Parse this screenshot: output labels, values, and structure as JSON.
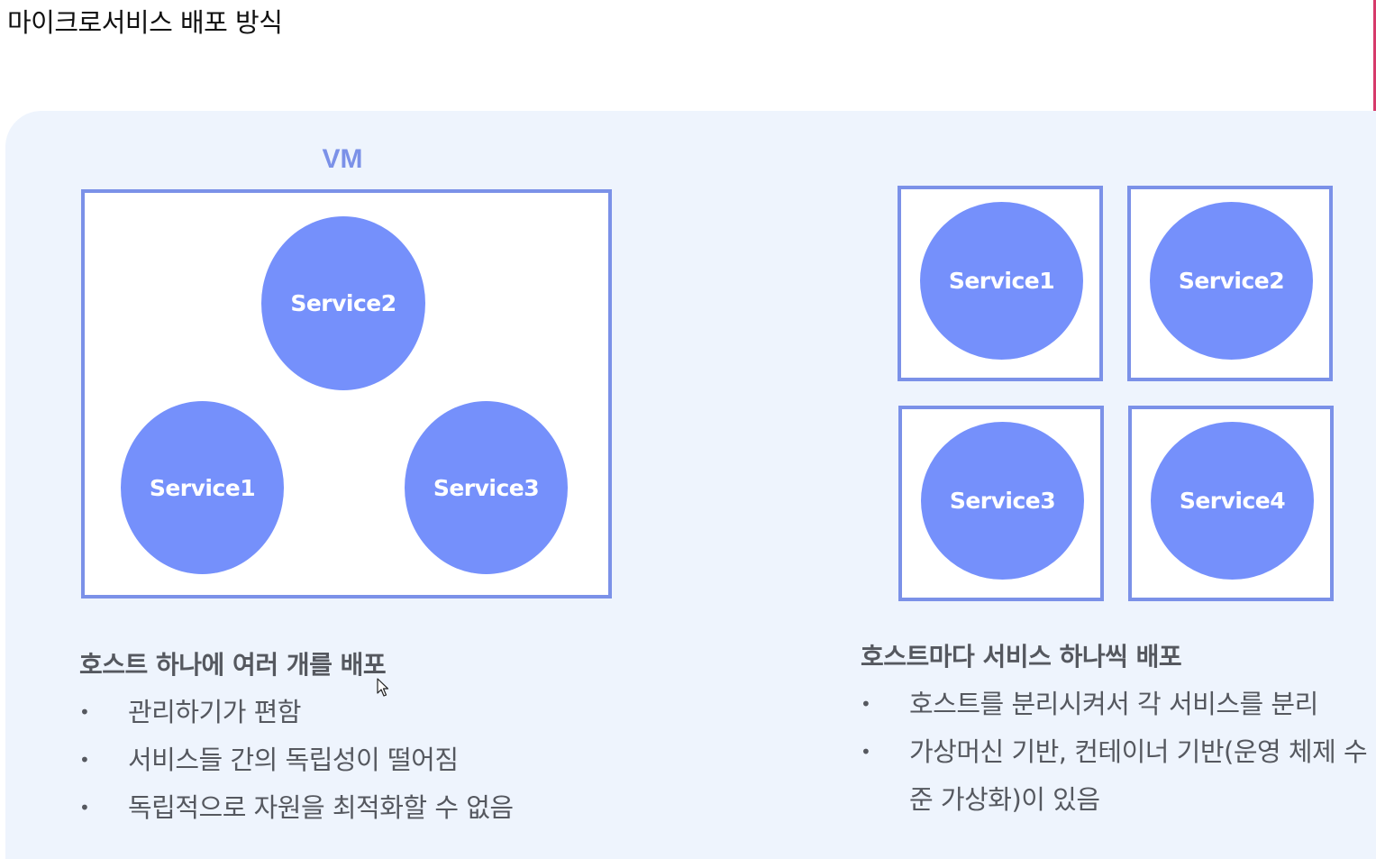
{
  "title": "마이크로서비스 배포 방식",
  "vm_label": "VM",
  "left_diagram": {
    "services": [
      "Service2",
      "Service1",
      "Service3"
    ]
  },
  "right_diagram": {
    "services": [
      "Service1",
      "Service2",
      "Service3",
      "Service4"
    ]
  },
  "left_text": {
    "heading": "호스트 하나에 여러 개를 배포",
    "bullets": [
      "관리하기가 편함",
      "서비스들 간의 독립성이 떨어짐",
      "독립적으로 자원을 최적화할 수 없음"
    ]
  },
  "right_text": {
    "heading": "호스트마다 서비스 하나씩 배포",
    "bullets": [
      "호스트를 분리시켜서 각 서비스를 분리",
      "가상머신 기반, 컨테이너 기반(운영 체제 수준 가상화)이 있음"
    ]
  },
  "colors": {
    "circle_fill": "#7590fb",
    "box_border": "#7b91e8",
    "panel_bg": "#eef4fd",
    "text": "#55585f",
    "accent": "#d63a6a"
  }
}
